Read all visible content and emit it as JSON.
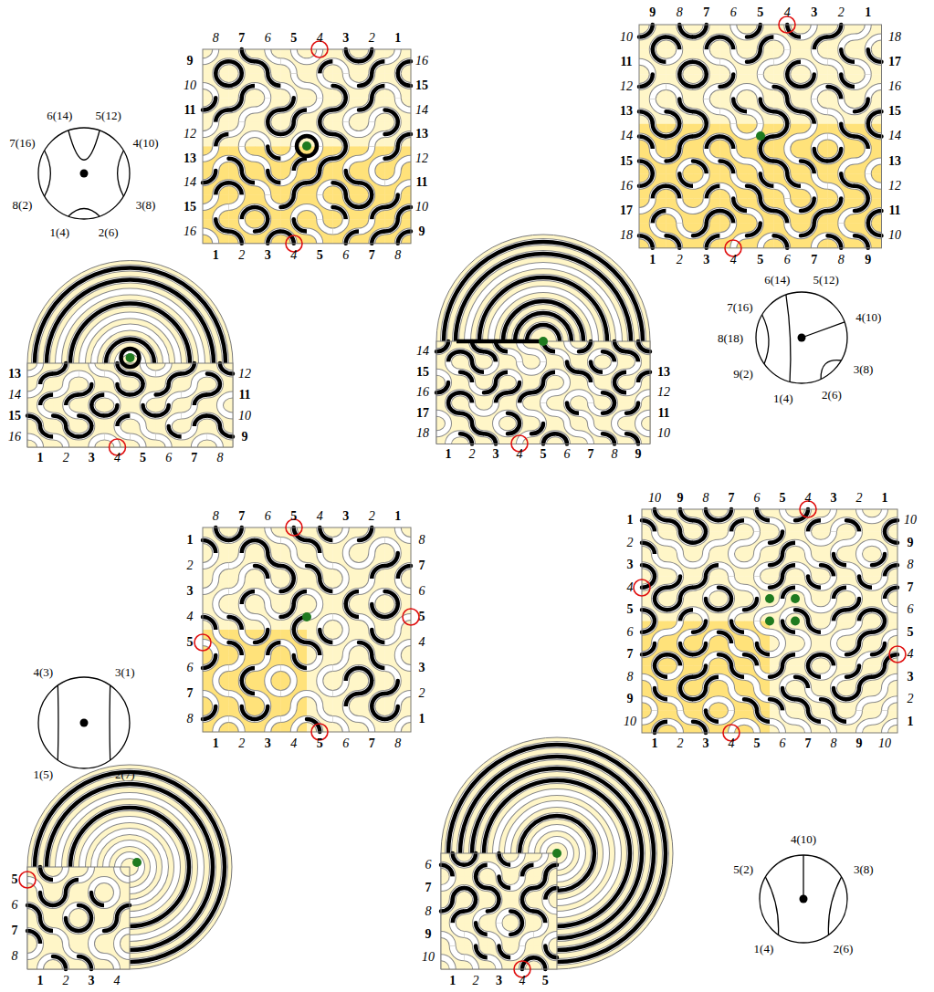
{
  "diagram": {
    "labels": [
      "8",
      "7",
      "6",
      "5",
      "4",
      "3",
      "2",
      "1",
      "9",
      "10",
      "11",
      "12",
      "13",
      "14",
      "15",
      "16",
      "16",
      "15",
      "14",
      "13",
      "12",
      "11",
      "10",
      "9",
      "1",
      "2",
      "3",
      "4",
      "5",
      "6",
      "7",
      "8",
      "6(14)",
      "5(12)",
      "4(10)",
      "3(8)",
      "2(6)",
      "1(4)",
      "8(2)",
      "7(16)",
      "13",
      "14",
      "15",
      "16",
      "12",
      "11",
      "10",
      "9",
      "1",
      "2",
      "3",
      "4",
      "5",
      "6",
      "7",
      "8",
      "9",
      "8",
      "7",
      "6",
      "5",
      "4",
      "3",
      "2",
      "1",
      "10",
      "11",
      "12",
      "13",
      "14",
      "15",
      "16",
      "17",
      "18",
      "18",
      "17",
      "16",
      "15",
      "14",
      "13",
      "12",
      "11",
      "10",
      "1",
      "2",
      "3",
      "4",
      "5",
      "6",
      "7",
      "8",
      "9",
      "14",
      "15",
      "16",
      "17",
      "18",
      "13",
      "12",
      "11",
      "10",
      "1",
      "2",
      "3",
      "4",
      "5",
      "6",
      "7",
      "8",
      "9",
      "6(14)",
      "5(12)",
      "4(10)",
      "3(8)",
      "2(6)",
      "1(4)",
      "9(2)",
      "8(18)",
      "7(16)",
      "8",
      "7",
      "6",
      "5",
      "4",
      "3",
      "2",
      "1",
      "1",
      "2",
      "3",
      "4",
      "5",
      "6",
      "7",
      "8",
      "8",
      "7",
      "6",
      "5",
      "4",
      "3",
      "2",
      "1",
      "1",
      "2",
      "3",
      "4",
      "5",
      "6",
      "7",
      "8",
      "4(3)",
      "3(1)",
      "1(5)",
      "2(7)",
      "5",
      "6",
      "7",
      "8",
      "1",
      "2",
      "3",
      "4",
      "10",
      "9",
      "8",
      "7",
      "6",
      "5",
      "4",
      "3",
      "2",
      "1",
      "1",
      "2",
      "3",
      "4",
      "5",
      "6",
      "7",
      "8",
      "9",
      "10",
      "10",
      "9",
      "8",
      "7",
      "6",
      "5",
      "4",
      "3",
      "2",
      "1",
      "1",
      "2",
      "3",
      "4",
      "5",
      "6",
      "7",
      "8",
      "9",
      "10",
      "6",
      "7",
      "8",
      "9",
      "10",
      "1",
      "2",
      "3",
      "4",
      "5",
      "4(10)",
      "3(8)",
      "5(2)",
      "1(4)",
      "2(6)"
    ]
  }
}
